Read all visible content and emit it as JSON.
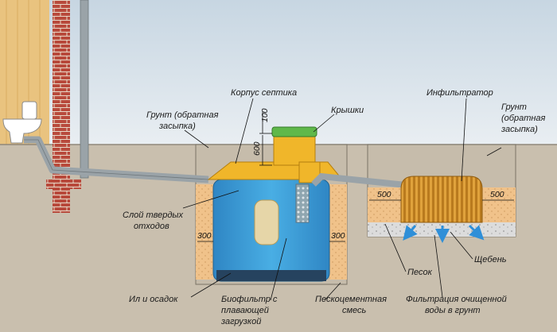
{
  "labels": {
    "septic_body": "Корпус септика",
    "lids": "Крышки",
    "infiltrator": "Инфильтратор",
    "soil_left_1": "Грунт (обратная",
    "soil_left_2": "засыпка)",
    "soil_right_1": "Грунт",
    "soil_right_2": "(обратная",
    "soil_right_3": "засыпка)",
    "solid_waste_1": "Слой твердых",
    "solid_waste_2": "отходов",
    "silt": "Ил и осадок",
    "biofilter_1": "Биофильтр с",
    "biofilter_2": "плавающей",
    "biofilter_3": "загрузкой",
    "sandcement_1": "Пескоцементная",
    "sandcement_2": "смесь",
    "sand": "Песок",
    "gravel": "Щебень",
    "filtration_1": "Фильтрация очищенной",
    "filtration_2": "воды в грунт"
  },
  "dimensions": {
    "lid_height": "100",
    "depth": "600",
    "wall_left": "300",
    "wall_right": "300",
    "infil_left": "500",
    "infil_right": "500"
  },
  "colors": {
    "sky": "#dfe8ef",
    "ground": "#c9bfae",
    "brick": "#b84a3c",
    "tank_water": "#3ea0d8",
    "tank_body": "#f0b62a",
    "sand_cement": "#f0c28a",
    "gravel_bed": "#dcdcdc",
    "lid": "#5fb84a",
    "arrow": "#2f8fd8",
    "pipe": "#9aa3a8"
  },
  "icons": [
    "toilet-icon",
    "filtration-arrow-icon"
  ]
}
